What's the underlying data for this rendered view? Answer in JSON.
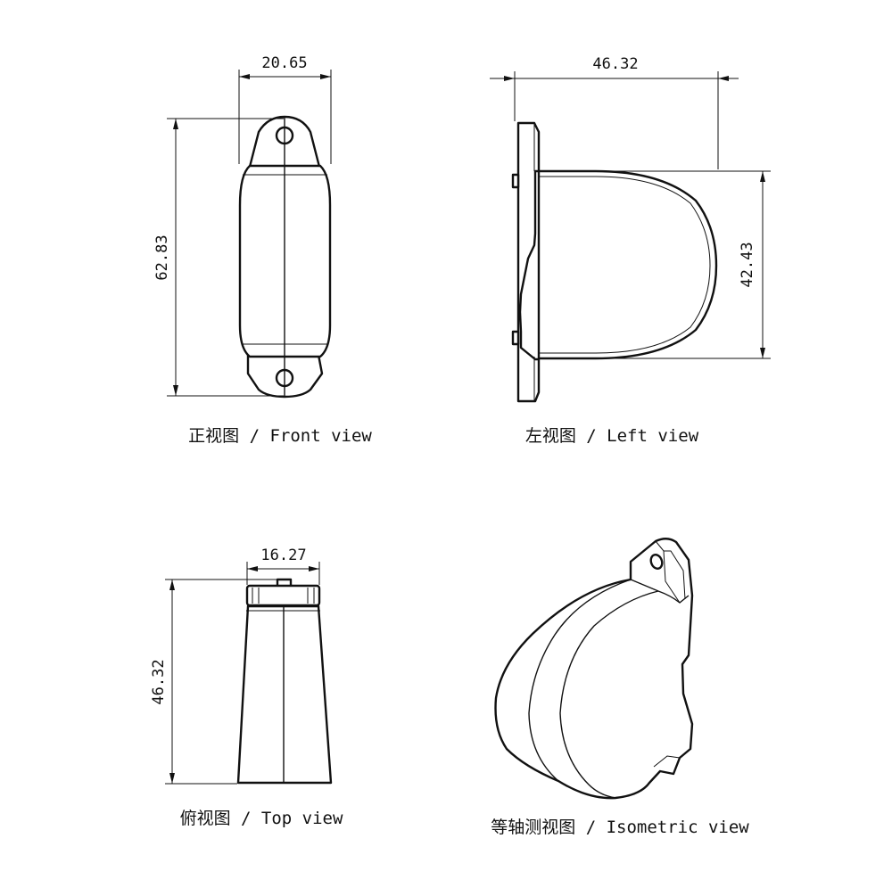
{
  "drawing": {
    "front_view": {
      "caption": "正视图 / Front view",
      "width_dim": "20.65",
      "height_dim": "62.83"
    },
    "left_view": {
      "caption": "左视图 / Left view",
      "width_dim": "46.32",
      "height_dim": "42.43"
    },
    "top_view": {
      "caption": "俯视图 / Top view",
      "width_dim": "16.27",
      "height_dim": "46.32"
    },
    "isometric_view": {
      "caption": "等轴测视图 / Isometric view"
    }
  }
}
